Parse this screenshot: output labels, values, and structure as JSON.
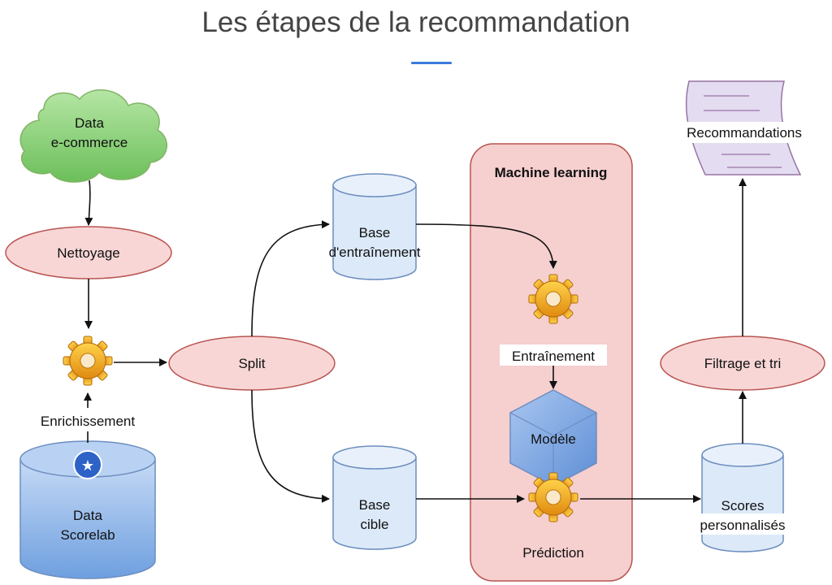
{
  "title": "Les étapes de la recommandation",
  "colors": {
    "accent": "#3b7bdc",
    "cloud_fill": "#8fd07c",
    "ellipse_fill": "#f8d6d6",
    "cylinder_fill": "#dce9f8",
    "ml_panel_fill": "#f6cfcf",
    "document_fill": "#e4dcf0"
  },
  "nodes": {
    "data_ecommerce": {
      "line1": "Data",
      "line2": "e-commerce"
    },
    "nettoyage": "Nettoyage",
    "enrichissement": "Enrichissement",
    "data_scorelab": {
      "line1": "Data",
      "line2": "Scorelab"
    },
    "split": "Split",
    "base_entrainement": {
      "line1": "Base",
      "line2": "d'entraînement"
    },
    "base_cible": {
      "line1": "Base",
      "line2": "cible"
    },
    "machine_learning": "Machine learning",
    "entrainement": "Entraînement",
    "modele": "Modèle",
    "prediction": "Prédiction",
    "scores": {
      "line1": "Scores",
      "line2": "personnalisés"
    },
    "filtrage": "Filtrage et tri",
    "recommandations": "Recommandations"
  }
}
